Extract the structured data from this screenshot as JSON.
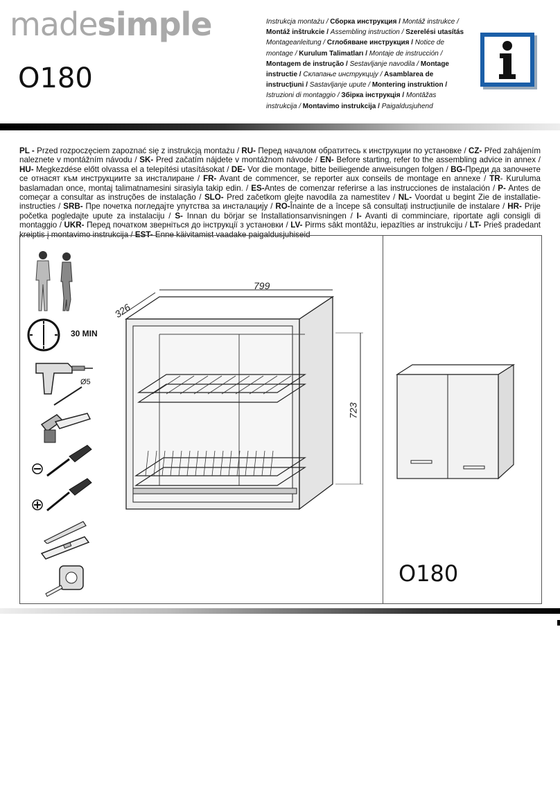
{
  "header": {
    "brand_light": "made",
    "brand_bold": "simple",
    "model": "O180",
    "languages": [
      {
        "text": "Instrukcja montażu / ",
        "bold": false
      },
      {
        "text": "Сборка инструкция / ",
        "bold": true
      },
      {
        "text": "Montáž instrukce / ",
        "bold": false
      },
      {
        "text": "Montáž inštrukcie / ",
        "bold": true
      },
      {
        "text": "Assembling instruction / ",
        "bold": false
      },
      {
        "text": "Szerelési utasítás ",
        "bold": true
      },
      {
        "text": "Montageanleitung / ",
        "bold": false
      },
      {
        "text": "Сглобяване инструкция / ",
        "bold": true
      },
      {
        "text": "Notice de montage / ",
        "bold": false
      },
      {
        "text": "Kurulum Talimatları / ",
        "bold": true
      },
      {
        "text": "Montaje de instrucción / ",
        "bold": false
      },
      {
        "text": "Montagem de instrução / ",
        "bold": true
      },
      {
        "text": "Sestavljanje navodila / ",
        "bold": false
      },
      {
        "text": "Montage instructie / ",
        "bold": true
      },
      {
        "text": "Склапање инструкцију / ",
        "bold": false
      },
      {
        "text": "Asamblarea de instrucțiuni / ",
        "bold": true
      },
      {
        "text": "Sastavljanje upute / ",
        "bold": false
      },
      {
        "text": "Montering instruktion / ",
        "bold": true
      },
      {
        "text": "Istruzioni di montaggio / ",
        "bold": false
      },
      {
        "text": "Збірка інструкція / ",
        "bold": true
      },
      {
        "text": "Montāžas instrukcija / ",
        "bold": false
      },
      {
        "text": "Montavimo instrukcija / ",
        "bold": true
      },
      {
        "text": "Paigaldusjuhend",
        "bold": false
      }
    ]
  },
  "intro": [
    {
      "code": "PL -",
      "text": " Przed rozpoczęciem  zapoznać się z instrukcją montażu / "
    },
    {
      "code": "RU-",
      "text": " Перед началом обратитесь к инструкции по установке / "
    },
    {
      "code": "CZ-",
      "text": " Před zahájením naleznete v montážním  návodu / "
    },
    {
      "code": "SK-",
      "text": " Pred začatím nájdete v montážnom návode / "
    },
    {
      "code": "EN-",
      "text": " Before starting, refer to the assembling advice in annex / "
    },
    {
      "code": "HU-",
      "text": "  Megkezdése előtt olvassa el a telepítési utasításokat / "
    },
    {
      "code": "DE-",
      "text": " Vor die montage, bitte beiliegende anweisungen folgen / "
    },
    {
      "code": "BG-",
      "text": "Преди да започнете се отнасят към инструкциите за инсталиране / "
    },
    {
      "code": "FR-",
      "text": " Avant de commencer, se reporter aux conseils de montage en annexe / "
    },
    {
      "code": "TR",
      "text": "- Kuruluma baslamadan once, montaj talimatnamesini sirasiyla takip edin. / "
    },
    {
      "code": "ES-",
      "text": "Antes de comenzar referirse a las instrucciones de instalación / "
    },
    {
      "code": "P-",
      "text": " Antes de começar a consultar as instruções de instalação / "
    },
    {
      "code": "SLO-",
      "text": " Pred začetkom glejte navodila za namestitev / "
    },
    {
      "code": "NL-",
      "text": " Voordat u begint Zie de installatie-instructies / "
    },
    {
      "code": "SRB-",
      "text": " Пре почетка погледајте упутства за инсталацију / "
    },
    {
      "code": "RO-",
      "text": "Înainte de a începe să consultați instrucțiunile de instalare / "
    },
    {
      "code": "HR-",
      "text": " Prije početka pogledajte upute za instalaciju / "
    },
    {
      "code": "S-",
      "text": " Innan du börjar se Installationsanvisningen / "
    },
    {
      "code": "I-",
      "text": " Avanti di comminciare, riportate agli consigli di montaggio / "
    },
    {
      "code": "UKR-",
      "text": " Перед початком зверніться до інструкції з установки / "
    },
    {
      "code": "LV-",
      "text": " Pirms sākt montāžu, iepazīties ar instrukciju / "
    },
    {
      "code": "LT-",
      "text": " Prieš pradedant kreiptis į montavimo instrukcija / "
    },
    {
      "code": "EST-",
      "text": " Enne käivitamist vaadake paigaldusjuhiseid"
    }
  ],
  "tools": {
    "time": "30 MIN",
    "drill_bit": "Ø5"
  },
  "dimensions": {
    "width": "799",
    "depth": "326",
    "height": "723"
  },
  "product": {
    "model": "O180"
  },
  "colors": {
    "bar_dark": "#000000",
    "info_blue": "#1b5fa8"
  },
  "icons": [
    "two-people-icon",
    "clock-icon",
    "drill-icon",
    "hammer-icon",
    "flat-screwdriver-icon",
    "phillips-screwdriver-icon",
    "pencil-icon",
    "spirit-level-icon",
    "tape-measure-icon",
    "info-icon"
  ]
}
